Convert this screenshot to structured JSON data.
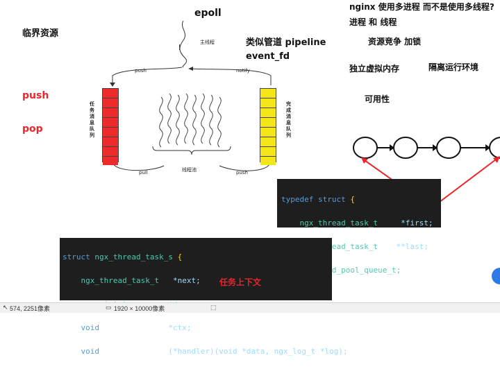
{
  "slide": {
    "left_note": "临界资源",
    "push_label": "push",
    "pop_label": "pop",
    "epoll": "epoll",
    "main_thread": "主线程",
    "pipe_line1": "类似管道 pipeline",
    "pipe_line2": "event_fd",
    "question_line1": "nginx 使用多进程 而不是使用多线程?",
    "question_line2": "进程 和 线程",
    "point1": "资源竞争  加锁",
    "point2": "独立虚拟内存",
    "point3": "隔离运行环境",
    "point4": "可用性",
    "task_queue_label": [
      "任",
      "务",
      "消",
      "息",
      "队",
      "列"
    ],
    "done_queue_label": [
      "完",
      "成",
      "消",
      "息",
      "队",
      "列"
    ],
    "thread_pool": "线程池",
    "arrow_push_top": "push",
    "arrow_notify": "notify",
    "arrow_pull": "pull",
    "arrow_push_bottom": "push",
    "context_note": "任务上下文"
  },
  "code_queue": {
    "line1_kw": "typedef",
    "line1_kw2": "struct",
    "line1_brace": "{",
    "line2_type": "ngx_thread_task_t",
    "line2_var": "*first;",
    "line3_type": "ngx_thread_task_t",
    "line3_var": "**last;",
    "line4_brace": "}",
    "line4_name": "ngx_thread_pool_queue_t;"
  },
  "code_task": {
    "line1_kw": "struct",
    "line1_name": "ngx_thread_task_s",
    "line1_brace": "{",
    "line2_type": "ngx_thread_task_t",
    "line2_var": "*next;",
    "line3_type": "ngx_uint_t",
    "line3_var": "id;",
    "line4_type": "void",
    "line4_var": "*ctx;",
    "line5_type": "void",
    "line5_var": "(*handler)(void *data, ngx_log_t *log);"
  },
  "status": {
    "coords": "574, 2251像素",
    "size": "1920 × 10000像素"
  },
  "colors": {
    "red_queue": "#ee2b2b",
    "yellow_queue": "#f5e61a",
    "code_bg": "#1e1e1e",
    "annotation_red": "#e8262b"
  },
  "icons": {
    "cursor": "text-cursor-icon",
    "scroll": "scroll-button-icon"
  }
}
